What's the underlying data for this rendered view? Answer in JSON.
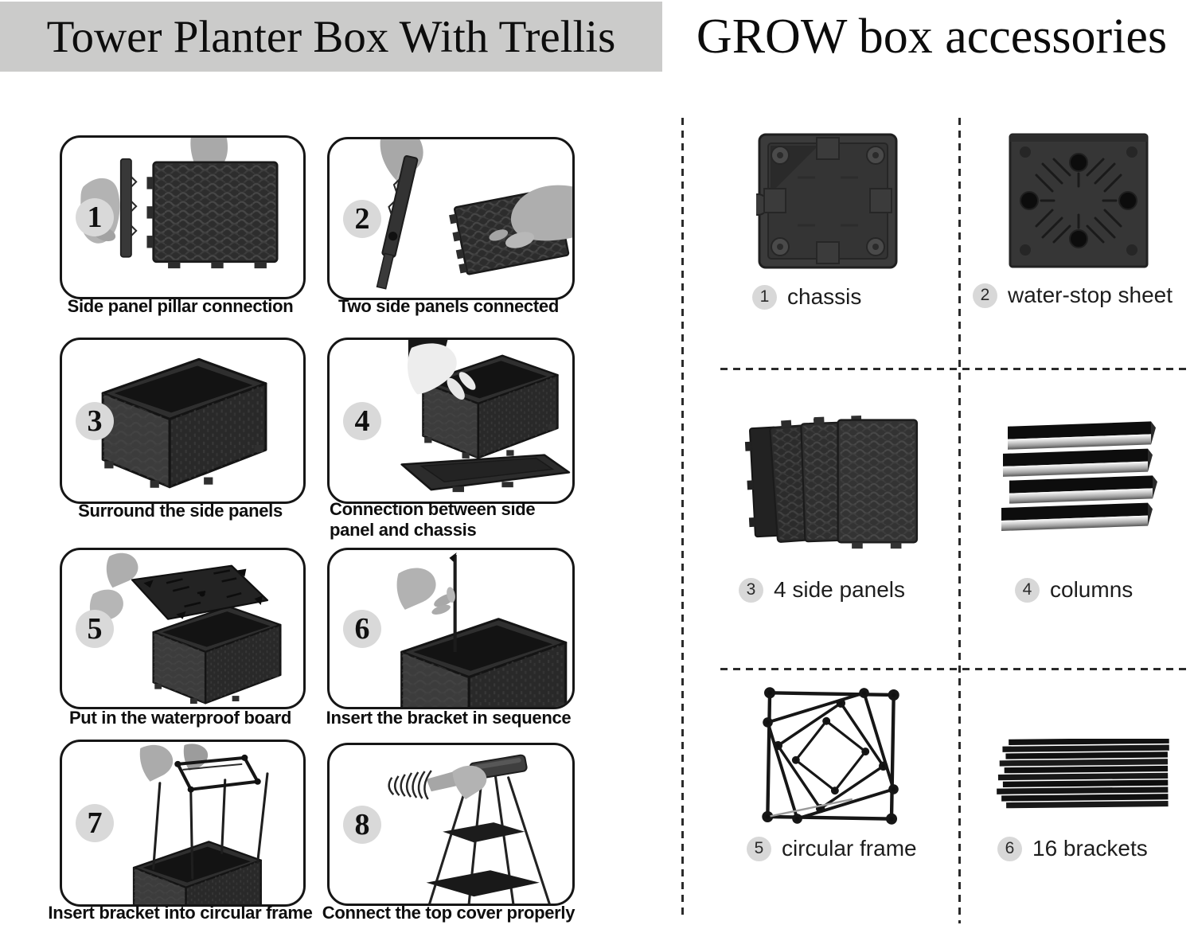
{
  "left": {
    "title": "Tower Planter Box With Trellis",
    "steps": [
      {
        "num": "1",
        "caption": "Side panel pillar connection"
      },
      {
        "num": "2",
        "caption": "Two side panels connected"
      },
      {
        "num": "3",
        "caption": "Surround the side panels"
      },
      {
        "num": "4",
        "caption": "Connection between side panel and chassis"
      },
      {
        "num": "5",
        "caption": "Put in the waterproof board"
      },
      {
        "num": "6",
        "caption": "Insert the bracket in sequence"
      },
      {
        "num": "7",
        "caption": "Insert bracket into circular frame"
      },
      {
        "num": "8",
        "caption": "Connect the top cover properly"
      }
    ]
  },
  "right": {
    "title": "GROW box accessories",
    "accessories": [
      {
        "num": "1",
        "label": "chassis"
      },
      {
        "num": "2",
        "label": "water-stop sheet"
      },
      {
        "num": "3",
        "label": "4 side panels"
      },
      {
        "num": "4",
        "label": "columns"
      },
      {
        "num": "5",
        "label": "circular frame"
      },
      {
        "num": "6",
        "label": "16 brackets"
      }
    ]
  },
  "colors": {
    "banner_bg": "#cbcbca",
    "badge_bg": "#d9d9d9",
    "dash_line": "#2b2b2b",
    "plastic_dark": "#2d2d2d",
    "text": "#0e0e0e"
  }
}
